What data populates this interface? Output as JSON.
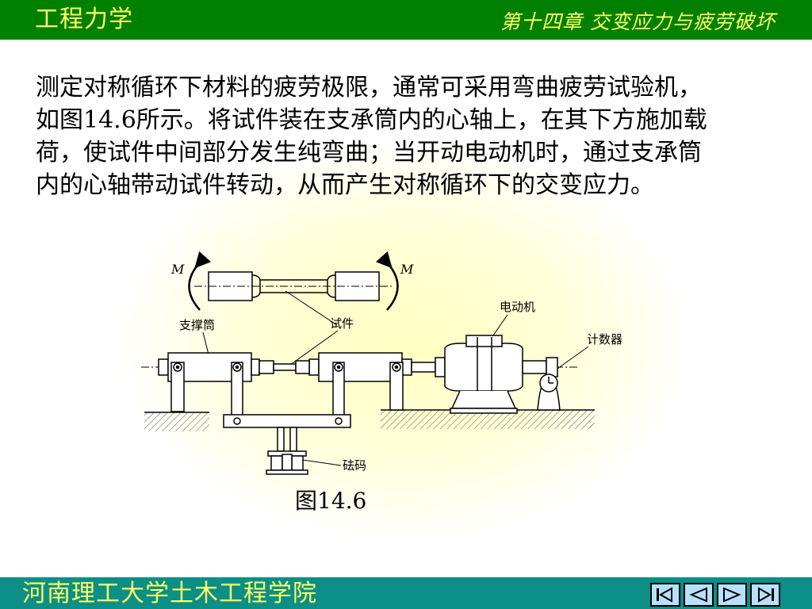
{
  "header": {
    "title": "工程力学",
    "chapter": "第十四章  交变应力与疲劳破坏"
  },
  "content": {
    "paragraph": "测定对称循环下材料的疲劳极限，通常可采用弯曲疲劳试验机，如图14.6所示。将试件装在支承筒内的心轴上，在其下方施加载荷，使试件中间部分发生纯弯曲；当开动电动机时，通过支承筒内的心轴带动试件转动，从而产生对称循环下的交变应力。"
  },
  "figure": {
    "caption": "图14.6",
    "labels": {
      "moment_left": "M",
      "moment_right": "M",
      "support_tube": "支撑筒",
      "specimen": "试件",
      "motor": "电动机",
      "counter": "计数器",
      "weights": "砝码"
    }
  },
  "footer": {
    "institution": "河南理工大学土木工程学院"
  },
  "nav": {
    "icons": [
      "first-page-icon",
      "previous-page-icon",
      "next-page-icon",
      "last-page-icon"
    ],
    "button_color": "#b8e0ff"
  },
  "colors": {
    "header_bg": "#008000",
    "header_text": "#ffff66",
    "footer_bg": "#0b8f86"
  }
}
